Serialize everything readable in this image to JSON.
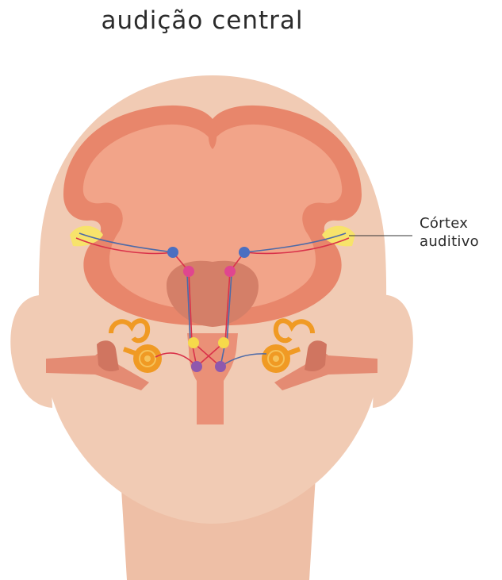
{
  "title": "audição central",
  "label": {
    "line1": "Córtex",
    "line2": "auditivo"
  },
  "colors": {
    "skin": "#f1cbb4",
    "neck": "#eebfa6",
    "brain_outline": "#e8866b",
    "brain_fill": "#f2a489",
    "brainstem": "#d47f68",
    "spinal_cord": "#ea9077",
    "auditory_cortex": "#f7e36b",
    "cochlea": "#f09a24",
    "ear_canal": "#e48b73",
    "pathway_red": "#d9324a",
    "pathway_blue": "#4d6aa8",
    "node_blue": "#4b6fc1",
    "node_pink": "#e0468f",
    "node_yellow": "#f6d94a",
    "node_purple": "#8f58ad",
    "leader_line": "#333333"
  }
}
